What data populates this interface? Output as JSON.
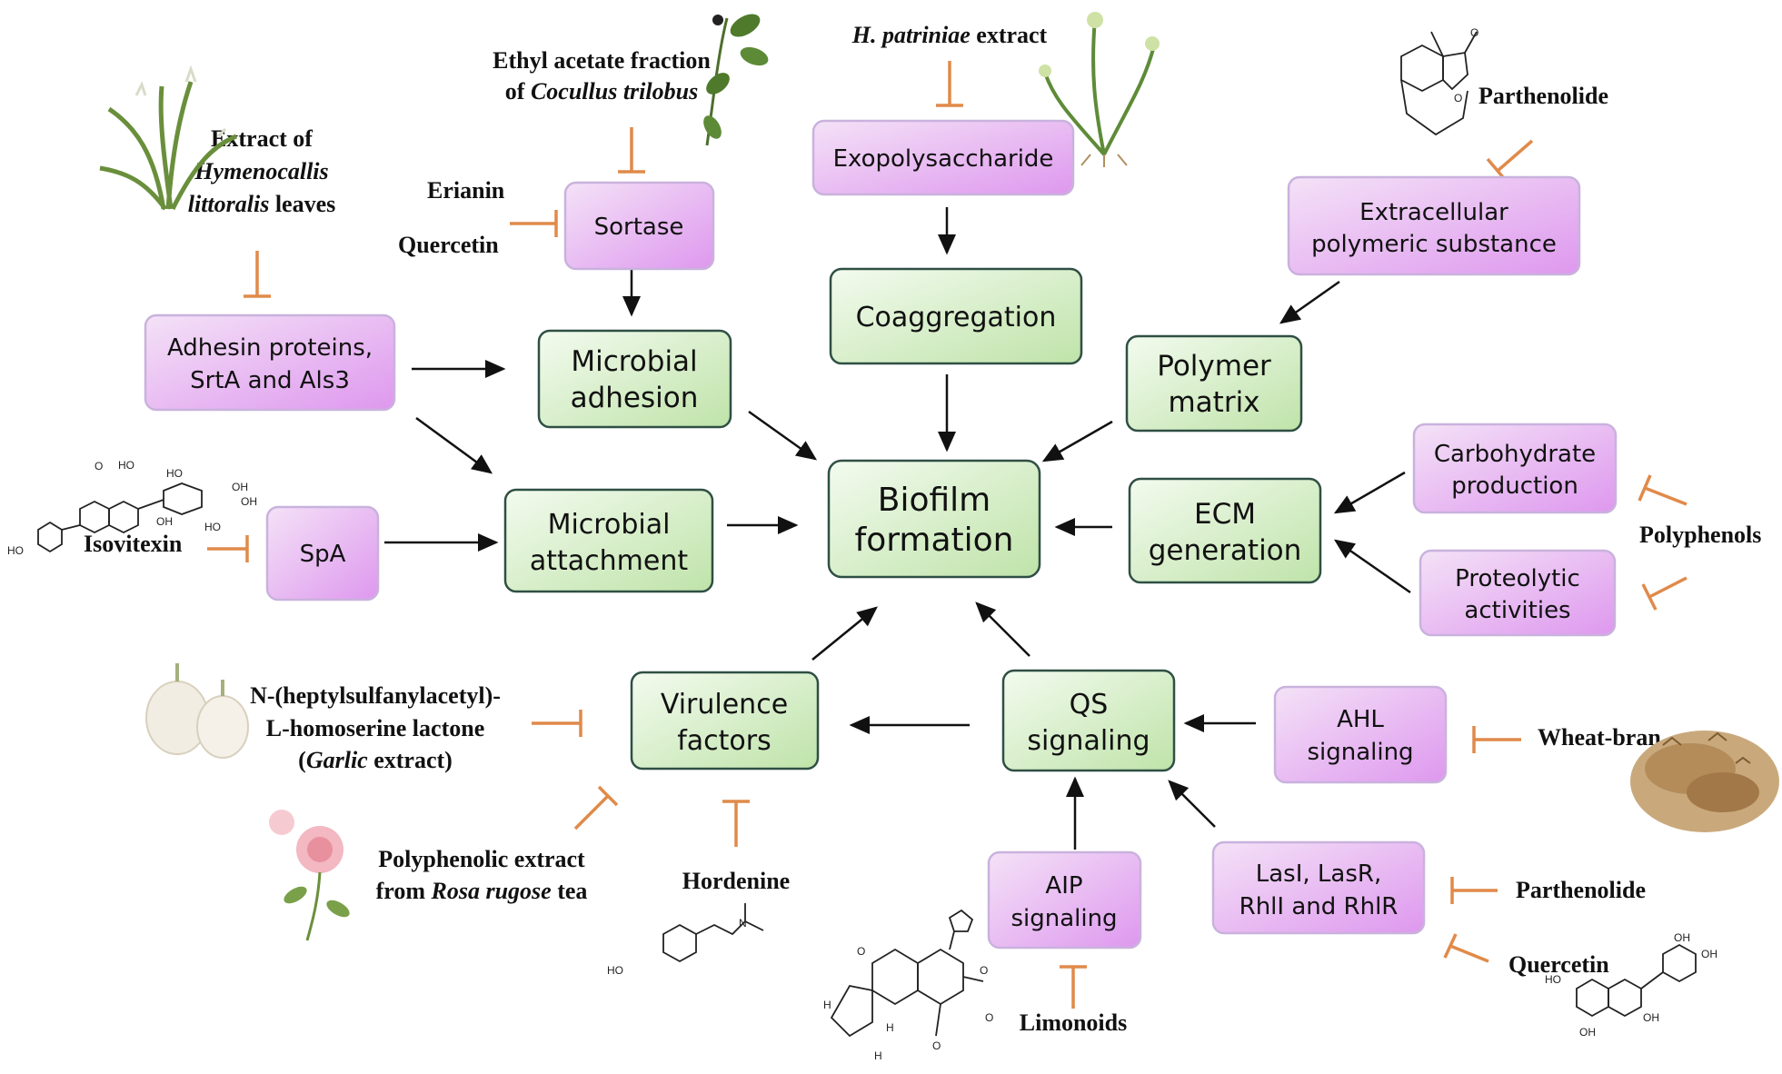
{
  "center": {
    "line1": "Biofilm",
    "line2": "formation"
  },
  "green_nodes": {
    "microbial_adhesion": [
      "Microbial",
      "adhesion"
    ],
    "coaggregation": [
      "Coaggregation"
    ],
    "polymer_matrix": [
      "Polymer",
      "matrix"
    ],
    "microbial_attachment": [
      "Microbial",
      "attachment"
    ],
    "ecm_generation": [
      "ECM",
      "generation"
    ],
    "virulence_factors": [
      "Virulence",
      "factors"
    ],
    "qs_signaling": [
      "QS",
      "signaling"
    ]
  },
  "purple_nodes": {
    "sortase": [
      "Sortase"
    ],
    "exopolysaccharide": [
      "Exopolysaccharide"
    ],
    "extracellular_polymeric": [
      "Extracellular",
      "polymeric substance"
    ],
    "adhesin_proteins": [
      "Adhesin proteins,",
      "SrtA and Als3"
    ],
    "spa": [
      "SpA"
    ],
    "carbohydrate_production": [
      "Carbohydrate",
      "production"
    ],
    "proteolytic_activities": [
      "Proteolytic",
      "activities"
    ],
    "ahl_signaling": [
      "AHL",
      "signaling"
    ],
    "aip_signaling": [
      "AIP",
      "signaling"
    ],
    "lasi_lasr": [
      "LasI, LasR,",
      "RhlI and RhlR"
    ]
  },
  "inhibitors": {
    "ethyl_acetate_line1": "Ethyl acetate fraction",
    "ethyl_acetate_line2_pre": "of ",
    "ethyl_acetate_line2_italic": "Cocullus trilobus",
    "h_patriniae_italic": "H. patriniae",
    "h_patriniae_rest": " extract",
    "parthenolide_top": "Parthenolide",
    "hymenocallis_line1": "Extract of",
    "hymenocallis_line2": "Hymenocallis",
    "hymenocallis_line3_italic": "littoralis",
    "hymenocallis_line3_rest": " leaves",
    "erianin": "Erianin",
    "quercetin_left": "Quercetin",
    "isovitexin": "Isovitexin",
    "polyphenols": "Polyphenols",
    "garlic_line1": "N-(heptylsulfanylacetyl)-",
    "garlic_line2": "L-homoserine lactone",
    "garlic_line3_open": "(",
    "garlic_line3_italic": "Garlic",
    "garlic_line3_rest": " extract)",
    "wheat_bran": "Wheat-bran",
    "rosa_line1": "Polyphenolic extract",
    "rosa_line2_pre": "from ",
    "rosa_line2_italic": "Rosa rugose",
    "rosa_line2_rest": " tea",
    "hordenine": "Hordenine",
    "parthenolide_bottom": "Parthenolide",
    "quercetin_bottom": "Quercetin",
    "limonoids": "Limonoids"
  },
  "molecule_labels": {
    "ho": "HO",
    "oh": "OH",
    "o": "O",
    "n": "N",
    "h": "H"
  },
  "colors": {
    "green_box": "#d8eec9",
    "purple_box": "#e9b8f2",
    "inhibition": "#e08a4a",
    "arrow": "#111111"
  }
}
